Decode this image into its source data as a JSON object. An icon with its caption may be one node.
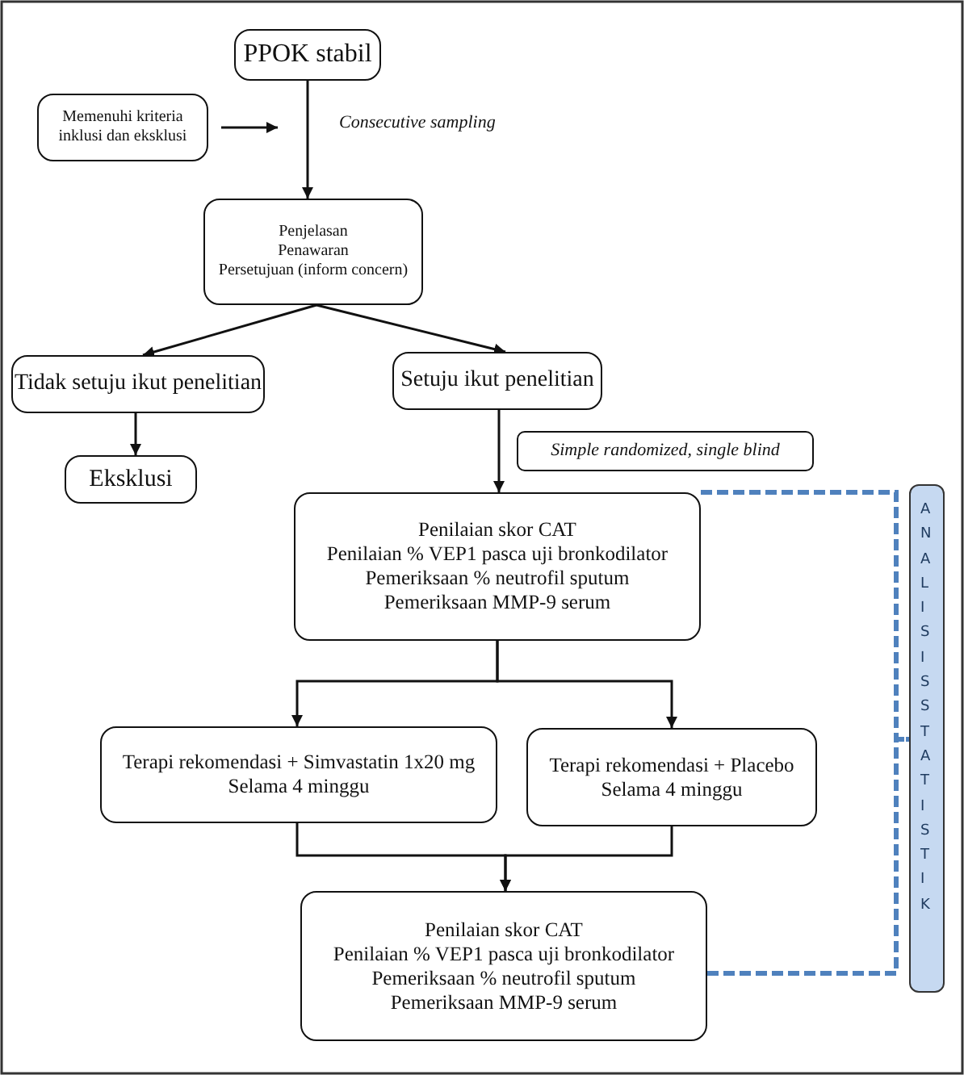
{
  "diagram": {
    "nodes": [
      {
        "text": [
          "PPOK stabil"
        ]
      },
      {
        "text": [
          "Memenuhi kriteria inklusi dan eksklusi"
        ]
      },
      {
        "text": [
          "Penjelasan",
          "Penawaran",
          "Persetujuan (inform concern)"
        ]
      },
      {
        "text": [
          "Tidak setuju ikut penelitian"
        ]
      },
      {
        "text": [
          "Setuju ikut penelitian"
        ]
      },
      {
        "text": [
          "Eksklusi"
        ]
      },
      {
        "text": [
          "Simple randomized, single blind"
        ]
      },
      {
        "text": [
          "Penilaian skor CAT",
          "Penilaian % VEP1 pasca uji bronkodilator",
          "Pemeriksaan % neutrofil sputum",
          "Pemeriksaan MMP-9 serum"
        ]
      },
      {
        "text": [
          "Terapi rekomendasi + Simvastatin 1x20 mg",
          "Selama 4 minggu"
        ]
      },
      {
        "text": [
          "Terapi rekomendasi + Placebo",
          "Selama 4 minggu"
        ]
      },
      {
        "text": [
          "Penilaian skor CAT",
          "Penilaian % VEP1 pasca uji bronkodilator",
          "Pemeriksaan % neutrofil sputum",
          "Pemeriksaan MMP-9 serum"
        ]
      },
      {
        "text": [
          "ANALISIS STATISTIK"
        ]
      }
    ],
    "edges": [
      {
        "from": 0,
        "to": 2,
        "arrow": "to"
      },
      {
        "from": 1,
        "to": null,
        "arrow": "to"
      },
      {
        "from": 2,
        "to": 3,
        "arrow": "to"
      },
      {
        "from": 2,
        "to": 4,
        "arrow": "to"
      },
      {
        "from": 3,
        "to": 5,
        "arrow": "to"
      },
      {
        "from": 4,
        "to": 7,
        "arrow": "to"
      },
      {
        "from": 7,
        "to": 8,
        "arrow": "to"
      },
      {
        "from": 7,
        "to": 9,
        "arrow": "to"
      },
      {
        "from": 8,
        "to": 10,
        "arrow": "to"
      },
      {
        "from": 9,
        "to": 10,
        "arrow": "to"
      },
      {
        "from": 7,
        "to": 11,
        "arrow": "none",
        "style": "dashed",
        "color": "#4f81bd"
      },
      {
        "from": 10,
        "to": 11,
        "arrow": "none",
        "style": "dashed",
        "color": "#4f81bd"
      }
    ],
    "labels": [
      "Consecutive sampling"
    ]
  }
}
